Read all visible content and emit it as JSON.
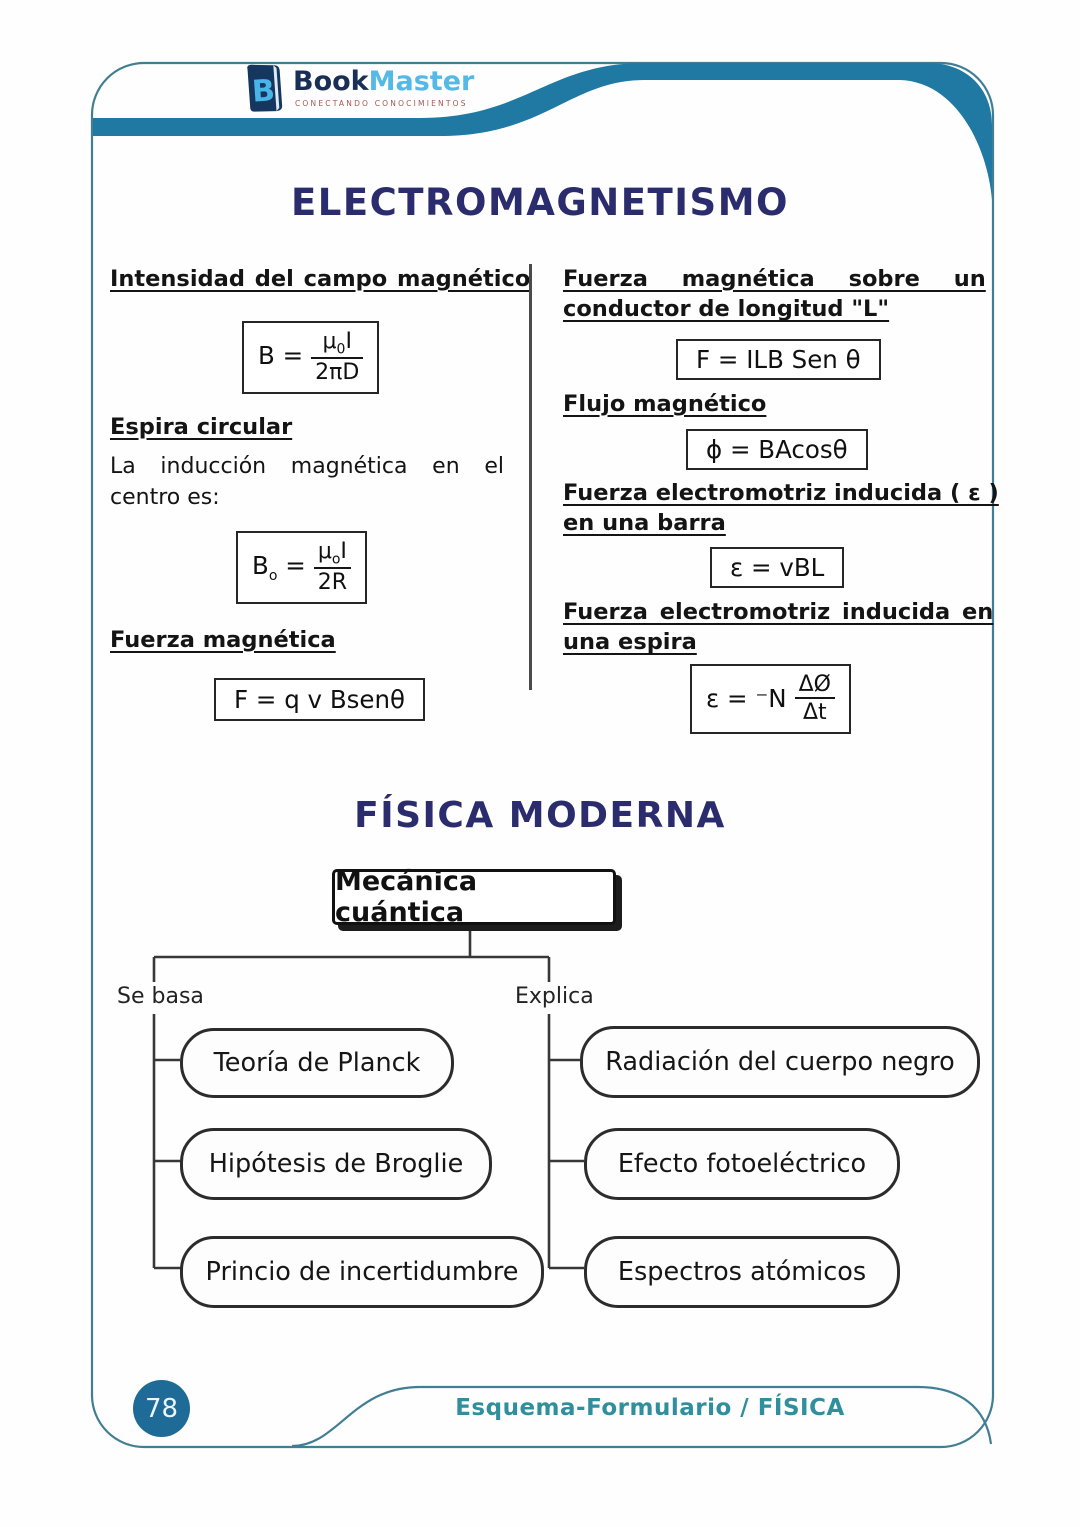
{
  "header": {
    "logo": {
      "icon_letter": "B",
      "book": "Book",
      "master": "Master",
      "tagline": "conectando conocimientos"
    }
  },
  "colors": {
    "band_teal": "#1f79a3",
    "frame_teal": "#417e93",
    "title_navy": "#2b2c6e",
    "badge_blue": "#1d6b96",
    "footer_teal": "#2f8f9c"
  },
  "electromagnetismo": {
    "title": "ELECTROMAGNETISMO",
    "left_sections": [
      {
        "heading_lines": [
          "Intensidad del campo magnético",
          ""
        ],
        "formula": {
          "lhs_base": "B",
          "lhs_sub": "",
          "eq": "=",
          "num_base": "μ",
          "num_sub": "0",
          "num_rest": "I",
          "den": "2πD"
        }
      },
      {
        "heading_lines": [
          "Espira circular",
          ""
        ],
        "body": "La inducción magnética en el centro es:",
        "formula": {
          "lhs_base": "B",
          "lhs_sub": "o",
          "eq": "=",
          "num_base": "μ",
          "num_sub": "o",
          "num_rest": "I",
          "den": "2R"
        }
      },
      {
        "heading_lines": [
          "Fuerza magnética",
          ""
        ],
        "formula": {
          "text": "F = q v Bsenθ"
        }
      }
    ],
    "right_sections": [
      {
        "heading_lines": [
          "Fuerza magnética sobre un",
          "conductor de longitud \"L\""
        ],
        "formula": {
          "text": "F = ILB Sen θ"
        }
      },
      {
        "heading_lines": [
          "Flujo magnético",
          ""
        ],
        "formula": {
          "text": "ϕ = BAcosθ"
        }
      },
      {
        "heading_lines": [
          "Fuerza electromotriz inducida ( ε )",
          "en una barra"
        ],
        "formula": {
          "text": "ε = vBL"
        }
      },
      {
        "heading_lines": [
          "Fuerza electromotriz inducida en",
          "una espira"
        ],
        "formula": {
          "lhs": "ε = ⁻N",
          "num": "ΔØ",
          "den": "Δt"
        }
      }
    ]
  },
  "fisica_moderna": {
    "title": "FÍSICA MODERNA",
    "root": "Mecánica cuántica",
    "branches": [
      {
        "label": "Se basa",
        "items": [
          "Teoría de Planck",
          "Hipótesis de Broglie",
          "Princio de incertidumbre"
        ]
      },
      {
        "label": "Explica",
        "items": [
          "Radiación del cuerpo negro",
          "Efecto fotoeléctrico",
          "Espectros atómicos"
        ]
      }
    ]
  },
  "footer": {
    "page_number": "78",
    "label": "Esquema-Formulario / FÍSICA"
  }
}
